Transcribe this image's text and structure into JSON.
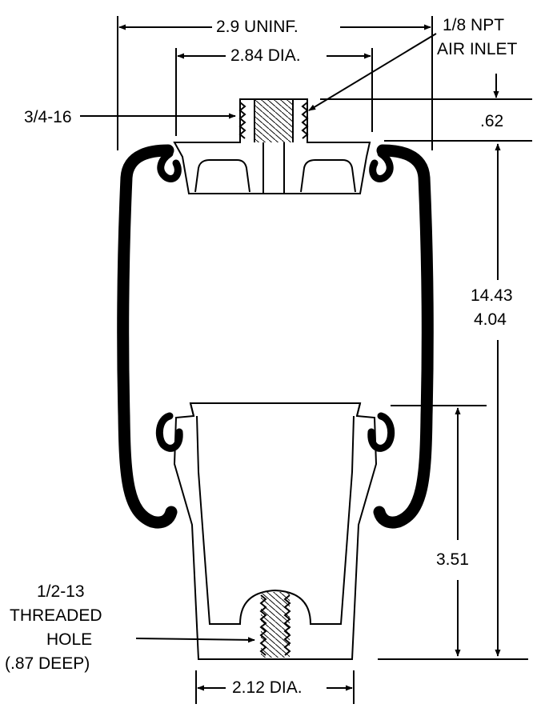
{
  "labels": {
    "overall_width": "2.9 UNINF.",
    "top_plate_dia": "2.84 DIA.",
    "air_inlet_line1": "1/8 NPT",
    "air_inlet_line2": "AIR INLET",
    "top_thread": "3/4-16",
    "inlet_height": ".62",
    "height_compressed_1": "14.43",
    "height_compressed_2": "4.04",
    "piston_height": "3.51",
    "hole_line1": "1/2-13",
    "hole_line2": "THREADED",
    "hole_line3": "HOLE",
    "hole_line4": "(.87 DEEP)",
    "bottom_dia": "2.12 DIA."
  },
  "colors": {
    "line": "#000000",
    "background": "#ffffff"
  }
}
